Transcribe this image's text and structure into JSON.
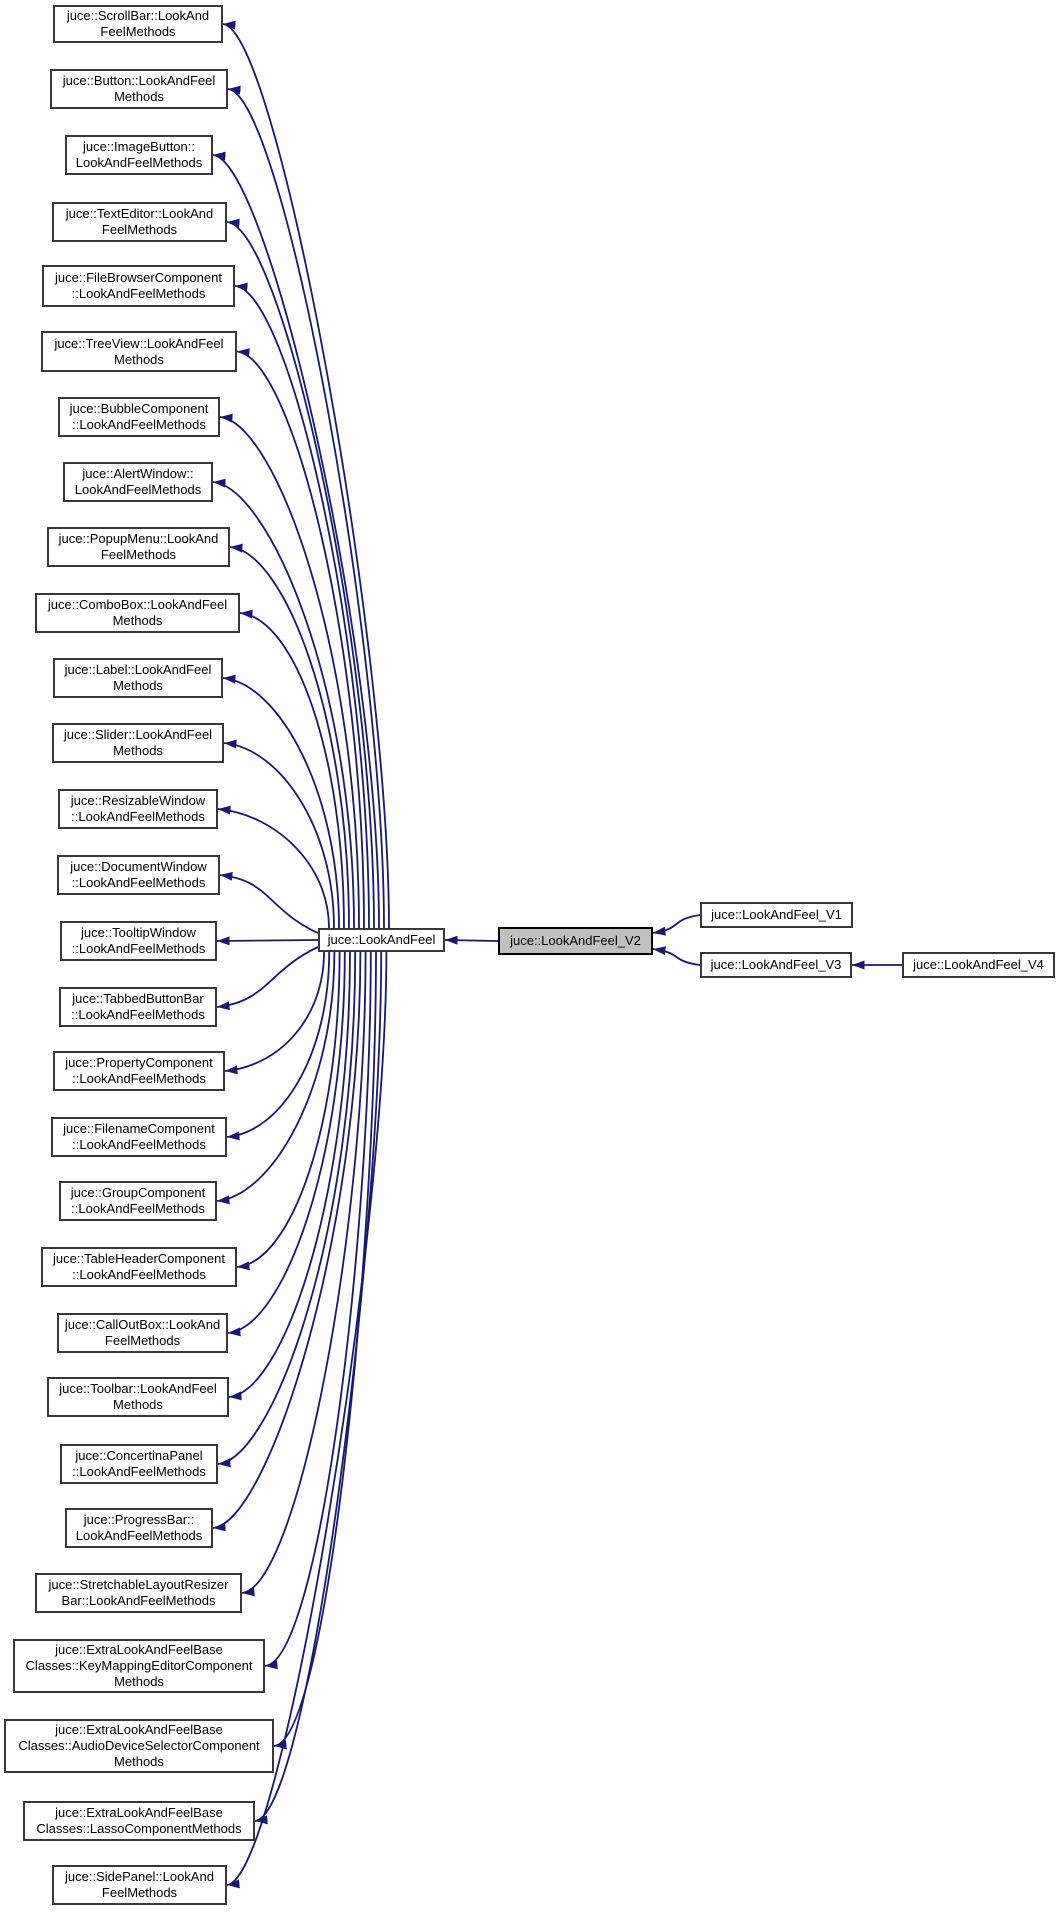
{
  "diagram": {
    "colors": {
      "background": "#ffffff",
      "arrow": "#191970",
      "node_bg": "#ffffff",
      "node_border": "#383838",
      "current_node_bg": "#c0c0c0",
      "current_node_border": "#000000"
    },
    "nodes": [
      {
        "id": "scrollbar",
        "lines": [
          "juce::ScrollBar::LookAnd",
          "FeelMethods"
        ],
        "current": false
      },
      {
        "id": "button",
        "lines": [
          "juce::Button::LookAndFeel",
          "Methods"
        ],
        "current": false
      },
      {
        "id": "imagebutton",
        "lines": [
          "juce::ImageButton::",
          "LookAndFeelMethods"
        ],
        "current": false
      },
      {
        "id": "texteditor",
        "lines": [
          "juce::TextEditor::LookAnd",
          "FeelMethods"
        ],
        "current": false
      },
      {
        "id": "filebrowser",
        "lines": [
          "juce::FileBrowserComponent",
          "::LookAndFeelMethods"
        ],
        "current": false
      },
      {
        "id": "treeview",
        "lines": [
          "juce::TreeView::LookAndFeel",
          "Methods"
        ],
        "current": false
      },
      {
        "id": "bubble",
        "lines": [
          "juce::BubbleComponent",
          "::LookAndFeelMethods"
        ],
        "current": false
      },
      {
        "id": "alertwindow",
        "lines": [
          "juce::AlertWindow::",
          "LookAndFeelMethods"
        ],
        "current": false
      },
      {
        "id": "popupmenu",
        "lines": [
          "juce::PopupMenu::LookAnd",
          "FeelMethods"
        ],
        "current": false
      },
      {
        "id": "combobox",
        "lines": [
          "juce::ComboBox::LookAndFeel",
          "Methods"
        ],
        "current": false
      },
      {
        "id": "label",
        "lines": [
          "juce::Label::LookAndFeel",
          "Methods"
        ],
        "current": false
      },
      {
        "id": "slider",
        "lines": [
          "juce::Slider::LookAndFeel",
          "Methods"
        ],
        "current": false
      },
      {
        "id": "resizablewindow",
        "lines": [
          "juce::ResizableWindow",
          "::LookAndFeelMethods"
        ],
        "current": false
      },
      {
        "id": "documentwindow",
        "lines": [
          "juce::DocumentWindow",
          "::LookAndFeelMethods"
        ],
        "current": false
      },
      {
        "id": "tooltipwindow",
        "lines": [
          "juce::TooltipWindow",
          "::LookAndFeelMethods"
        ],
        "current": false
      },
      {
        "id": "tabbedbuttonbar",
        "lines": [
          "juce::TabbedButtonBar",
          "::LookAndFeelMethods"
        ],
        "current": false
      },
      {
        "id": "propertycomponent",
        "lines": [
          "juce::PropertyComponent",
          "::LookAndFeelMethods"
        ],
        "current": false
      },
      {
        "id": "filenamecomponent",
        "lines": [
          "juce::FilenameComponent",
          "::LookAndFeelMethods"
        ],
        "current": false
      },
      {
        "id": "groupcomponent",
        "lines": [
          "juce::GroupComponent",
          "::LookAndFeelMethods"
        ],
        "current": false
      },
      {
        "id": "tableheader",
        "lines": [
          "juce::TableHeaderComponent",
          "::LookAndFeelMethods"
        ],
        "current": false
      },
      {
        "id": "calloutbox",
        "lines": [
          "juce::CallOutBox::LookAnd",
          "FeelMethods"
        ],
        "current": false
      },
      {
        "id": "toolbar",
        "lines": [
          "juce::Toolbar::LookAndFeel",
          "Methods"
        ],
        "current": false
      },
      {
        "id": "concertinapanel",
        "lines": [
          "juce::ConcertinaPanel",
          "::LookAndFeelMethods"
        ],
        "current": false
      },
      {
        "id": "progressbar",
        "lines": [
          "juce::ProgressBar::",
          "LookAndFeelMethods"
        ],
        "current": false
      },
      {
        "id": "stretchablelayoutresizerbar",
        "lines": [
          "juce::StretchableLayoutResizer",
          "Bar::LookAndFeelMethods"
        ],
        "current": false
      },
      {
        "id": "keymappingeditor",
        "lines": [
          "juce::ExtraLookAndFeelBase",
          "Classes::KeyMappingEditorComponent",
          "Methods"
        ],
        "current": false
      },
      {
        "id": "audiodeviceselector",
        "lines": [
          "juce::ExtraLookAndFeelBase",
          "Classes::AudioDeviceSelectorComponent",
          "Methods"
        ],
        "current": false
      },
      {
        "id": "lassocomponent",
        "lines": [
          "juce::ExtraLookAndFeelBase",
          "Classes::LassoComponentMethods"
        ],
        "current": false
      },
      {
        "id": "sidepanel",
        "lines": [
          "juce::SidePanel::LookAnd",
          "FeelMethods"
        ],
        "current": false
      },
      {
        "id": "lookandfeel",
        "lines": [
          "juce::LookAndFeel"
        ],
        "current": false
      },
      {
        "id": "lookandfeel-v2",
        "lines": [
          "juce::LookAndFeel_V2"
        ],
        "current": true
      },
      {
        "id": "lookandfeel-v1",
        "lines": [
          "juce::LookAndFeel_V1"
        ],
        "current": false
      },
      {
        "id": "lookandfeel-v3",
        "lines": [
          "juce::LookAndFeel_V3"
        ],
        "current": false
      },
      {
        "id": "lookandfeel-v4",
        "lines": [
          "juce::LookAndFeel_V4"
        ],
        "current": false
      }
    ],
    "edges": [
      {
        "from": "lookandfeel",
        "to": "scrollbar"
      },
      {
        "from": "lookandfeel",
        "to": "button"
      },
      {
        "from": "lookandfeel",
        "to": "imagebutton"
      },
      {
        "from": "lookandfeel",
        "to": "texteditor"
      },
      {
        "from": "lookandfeel",
        "to": "filebrowser"
      },
      {
        "from": "lookandfeel",
        "to": "treeview"
      },
      {
        "from": "lookandfeel",
        "to": "bubble"
      },
      {
        "from": "lookandfeel",
        "to": "alertwindow"
      },
      {
        "from": "lookandfeel",
        "to": "popupmenu"
      },
      {
        "from": "lookandfeel",
        "to": "combobox"
      },
      {
        "from": "lookandfeel",
        "to": "label"
      },
      {
        "from": "lookandfeel",
        "to": "slider"
      },
      {
        "from": "lookandfeel",
        "to": "resizablewindow"
      },
      {
        "from": "lookandfeel",
        "to": "documentwindow"
      },
      {
        "from": "lookandfeel",
        "to": "tooltipwindow"
      },
      {
        "from": "lookandfeel",
        "to": "tabbedbuttonbar"
      },
      {
        "from": "lookandfeel",
        "to": "propertycomponent"
      },
      {
        "from": "lookandfeel",
        "to": "filenamecomponent"
      },
      {
        "from": "lookandfeel",
        "to": "groupcomponent"
      },
      {
        "from": "lookandfeel",
        "to": "tableheader"
      },
      {
        "from": "lookandfeel",
        "to": "calloutbox"
      },
      {
        "from": "lookandfeel",
        "to": "toolbar"
      },
      {
        "from": "lookandfeel",
        "to": "concertinapanel"
      },
      {
        "from": "lookandfeel",
        "to": "progressbar"
      },
      {
        "from": "lookandfeel",
        "to": "stretchablelayoutresizerbar"
      },
      {
        "from": "lookandfeel",
        "to": "keymappingeditor"
      },
      {
        "from": "lookandfeel",
        "to": "audiodeviceselector"
      },
      {
        "from": "lookandfeel",
        "to": "lassocomponent"
      },
      {
        "from": "lookandfeel",
        "to": "sidepanel"
      },
      {
        "from": "lookandfeel-v2",
        "to": "lookandfeel"
      },
      {
        "from": "lookandfeel-v1",
        "to": "lookandfeel-v2"
      },
      {
        "from": "lookandfeel-v3",
        "to": "lookandfeel-v2"
      },
      {
        "from": "lookandfeel-v4",
        "to": "lookandfeel-v3"
      }
    ]
  }
}
